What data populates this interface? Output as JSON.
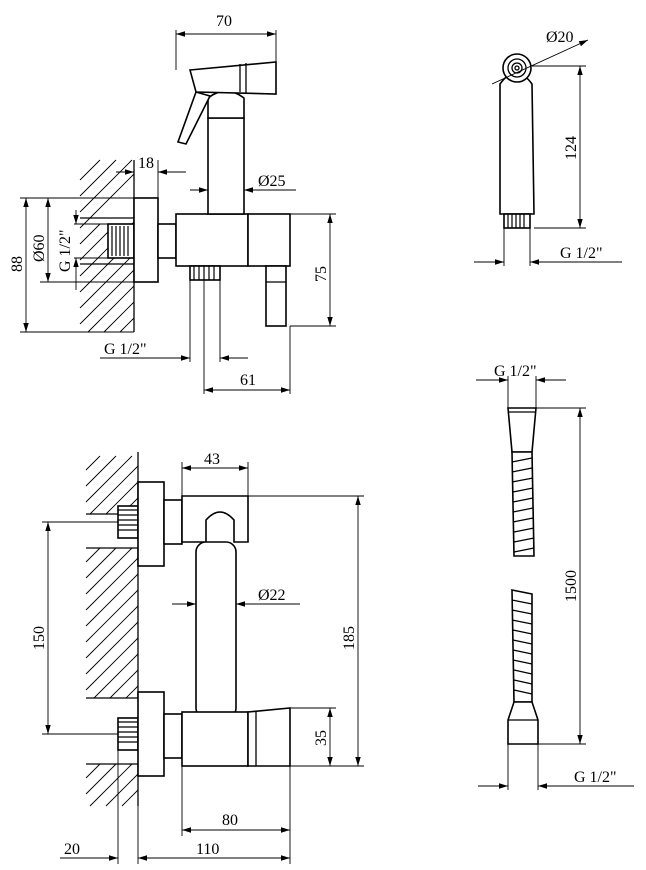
{
  "dimensions": {
    "top_left": {
      "width_70": "70",
      "wall_18": "18",
      "dia_25": "Ø25",
      "height_88": "88",
      "dia_60": "Ø60",
      "thread_vertical": "G 1/2\"",
      "height_75": "75",
      "thread_bottom": "G 1/2\"",
      "depth_61": "61"
    },
    "top_right": {
      "dia_20": "Ø20",
      "length_124": "124",
      "thread": "G 1/2\""
    },
    "bottom_left": {
      "width_43": "43",
      "dia_22": "Ø22",
      "spacing_150": "150",
      "height_185": "185",
      "height_35": "35",
      "width_80": "80",
      "wall_20": "20",
      "depth_110": "110"
    },
    "bottom_right": {
      "thread_top": "G 1/2\"",
      "length_1500": "1500",
      "thread_bottom": "G 1/2\""
    }
  }
}
